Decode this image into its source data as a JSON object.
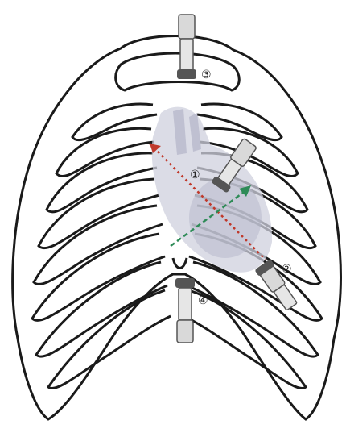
{
  "diagram": {
    "probes": [
      {
        "id": "1",
        "label": "①"
      },
      {
        "id": "2",
        "label": "②"
      },
      {
        "id": "3",
        "label": "③"
      },
      {
        "id": "4",
        "label": "④"
      }
    ],
    "colors": {
      "rib_outline": "#1a1a1a",
      "heart_fill": "#cfd0dd",
      "heart_shadow": "#b8b9cc",
      "red_path": "#c0392b",
      "green_path": "#2e8b57",
      "probe_body": "#d9d9d9",
      "probe_dark": "#555555"
    },
    "icons": [
      "ultrasound-probe-icon",
      "arrow-red",
      "arrow-green"
    ]
  }
}
